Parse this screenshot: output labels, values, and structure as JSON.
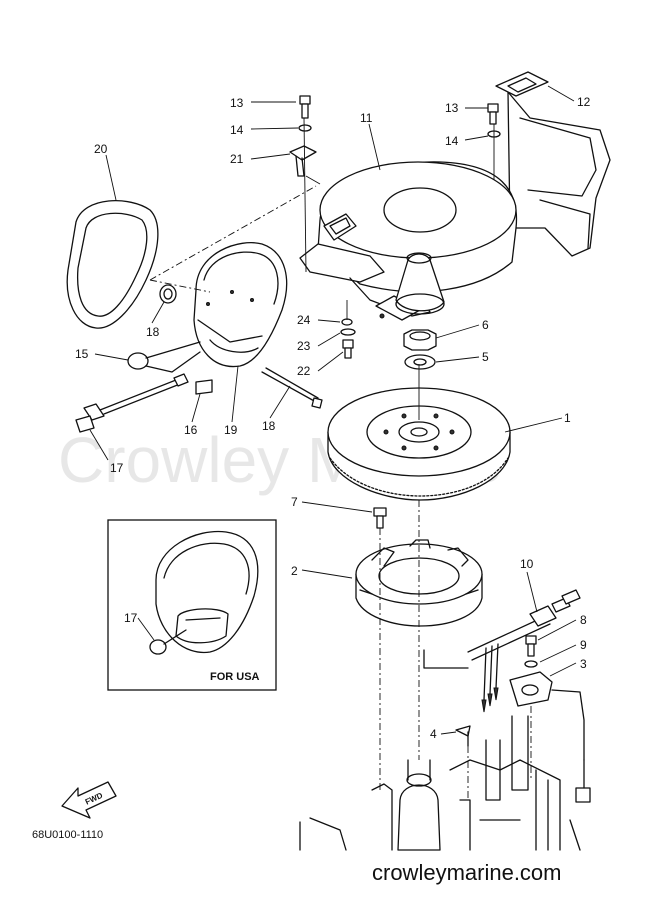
{
  "diagram": {
    "callouts": [
      "13",
      "14",
      "21",
      "20",
      "11",
      "13",
      "14",
      "12",
      "24",
      "6",
      "23",
      "5",
      "22",
      "15",
      "18",
      "16",
      "19",
      "18",
      "17",
      "1",
      "7",
      "2",
      "10",
      "8",
      "9",
      "3",
      "4",
      "17"
    ],
    "inset_label": "FOR USA",
    "fwd_label": "FWD",
    "part_code": "68U0100-1110",
    "watermark": "Crowley Marine",
    "site_url": "crowleymarine.com"
  }
}
